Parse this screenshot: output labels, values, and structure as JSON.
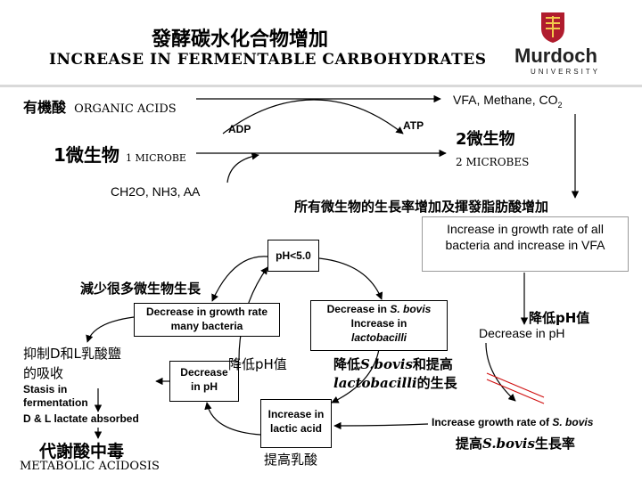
{
  "header": {
    "title_cn": "發酵碳水化合物增加",
    "title_en": "INCREASE IN FERMENTABLE CARBOHYDRATES",
    "logo_name": "Murdoch",
    "logo_sub": "UNIVERSITY",
    "logo_color": "#b01c2e"
  },
  "flow": {
    "organic_acids_cn": "有機酸",
    "organic_acids_en": "ORGANIC ACIDS",
    "vfa": "VFA, Methane, CO",
    "vfa_sub": "2",
    "microbe1_cn": "1微生物",
    "microbe1_en": "1 MICROBE",
    "microbe2_cn": "2微生物",
    "microbe2_en": "2 MICROBES",
    "adp": "ADP",
    "atp": "ATP",
    "substrates": "CH2O, NH3, AA"
  },
  "growth": {
    "note_cn": "所有微生物的生長率增加及揮發脂肪酸增加",
    "box": "Increase in growth rate of all bacteria and increase in VFA",
    "lower_ph_cn": "降低pH值",
    "decrease_ph": "Decrease in pH"
  },
  "cycle": {
    "ph_box": "pH<5.0",
    "reduce_cn": "減少很多微生物生長",
    "dec_growth_box": "Decrease in growth rate many bacteria",
    "sbovis_box_a": "Decrease in ",
    "sbovis_box_b": "S. bovis",
    "sbovis_box_c": " Increase in ",
    "sbovis_box_d": "lactobacilli",
    "dec_ph_box": "Decrease in pH",
    "lower_ph_cn": "降低pH值",
    "sbovis_cn_a": "降低",
    "sbovis_cn_b": "S.bovis",
    "sbovis_cn_c": "和提高",
    "sbovis_cn_d": "lactobacilli",
    "sbovis_cn_e": "的生長",
    "lactic_box": "Increase in lactic acid",
    "lactic_cn": "提高乳酸"
  },
  "left": {
    "inhibit_cn_a": "抑制D和L乳酸鹽",
    "inhibit_cn_b": "的吸收",
    "stasis": "Stasis in fermentation",
    "dl": "D & L lactate absorbed",
    "acidosis_cn": "代謝酸中毒",
    "acidosis_en": "METABOLIC ACIDOSIS"
  },
  "right": {
    "sbovis_growth_a": "Increase growth rate of ",
    "sbovis_growth_b": "S. bovis",
    "sbovis_cn_a": "提高",
    "sbovis_cn_b": "S.bovis",
    "sbovis_cn_c": "生長率"
  }
}
